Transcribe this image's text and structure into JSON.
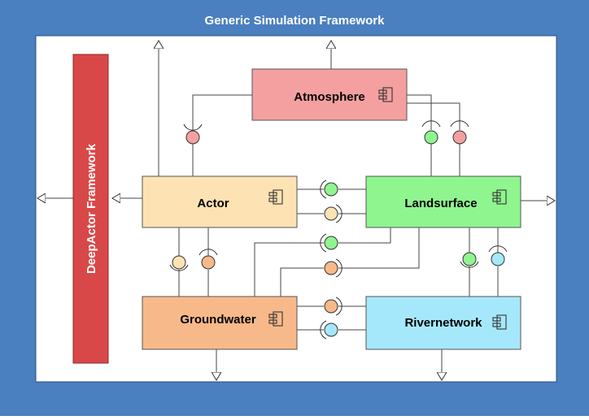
{
  "title": "Generic Simulation Framework",
  "side_panel": {
    "label": "DeepActor Framework"
  },
  "components": {
    "atmosphere": "Atmosphere",
    "actor": "Actor",
    "landsurface": "Landsurface",
    "groundwater": "Groundwater",
    "rivernetwork": "Rivernetwork"
  },
  "colors": {
    "frame": "#4a7fc0",
    "panel": "#ffffff",
    "side_panel": "#d94848",
    "atmosphere": "#f4a0a0",
    "actor": "#fde3b3",
    "landsurface": "#8ff58f",
    "groundwater": "#f7b98a",
    "rivernetwork": "#a6e8fb"
  }
}
